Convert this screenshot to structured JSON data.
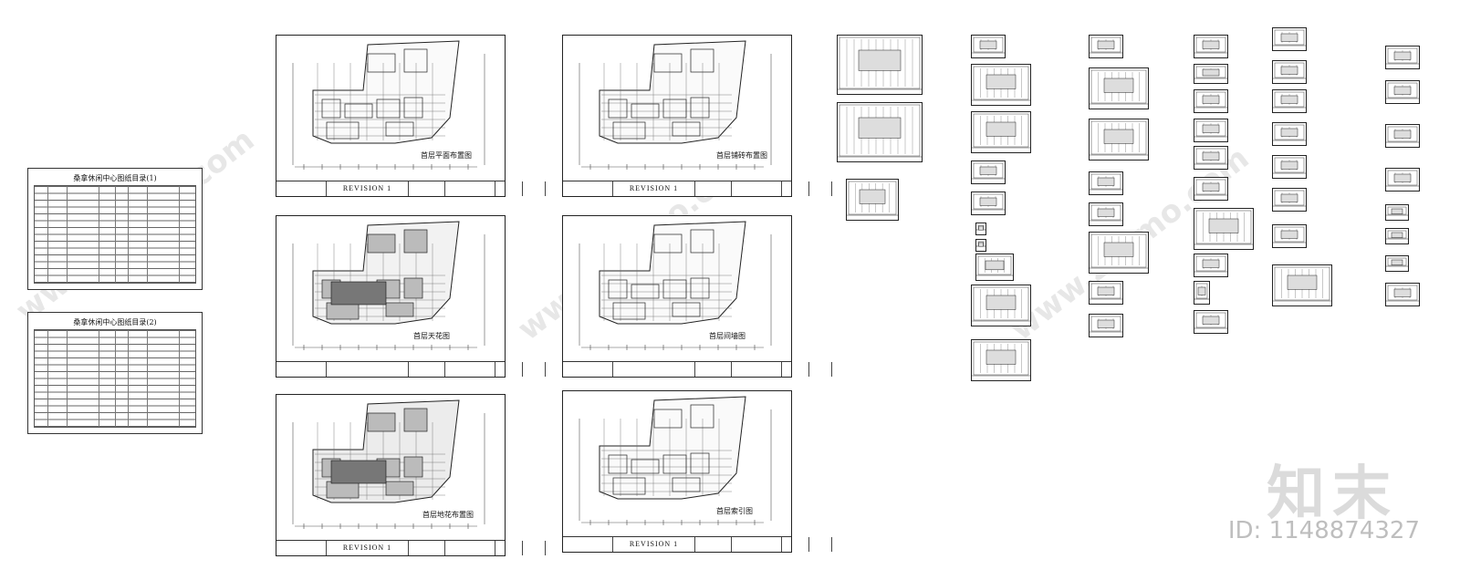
{
  "index_sheets": [
    {
      "title": "桑拿休闲中心图纸目录(1)"
    },
    {
      "title": "桑拿休闲中心图纸目录(2)"
    }
  ],
  "plans": [
    {
      "label": "首层平面布置图",
      "revision": "REVISION 1"
    },
    {
      "label": "首层铺砖布置图",
      "revision": "REVISION 1"
    },
    {
      "label": "首层天花图",
      "revision": ""
    },
    {
      "label": "首层间墙图",
      "revision": ""
    },
    {
      "label": "首层地花布置图",
      "revision": "REVISION 1"
    },
    {
      "label": "首层索引图",
      "revision": "REVISION 1"
    }
  ],
  "watermark": {
    "site": "www.znzmo.com",
    "brand": "知末",
    "id_text": "ID: 1148874327"
  }
}
